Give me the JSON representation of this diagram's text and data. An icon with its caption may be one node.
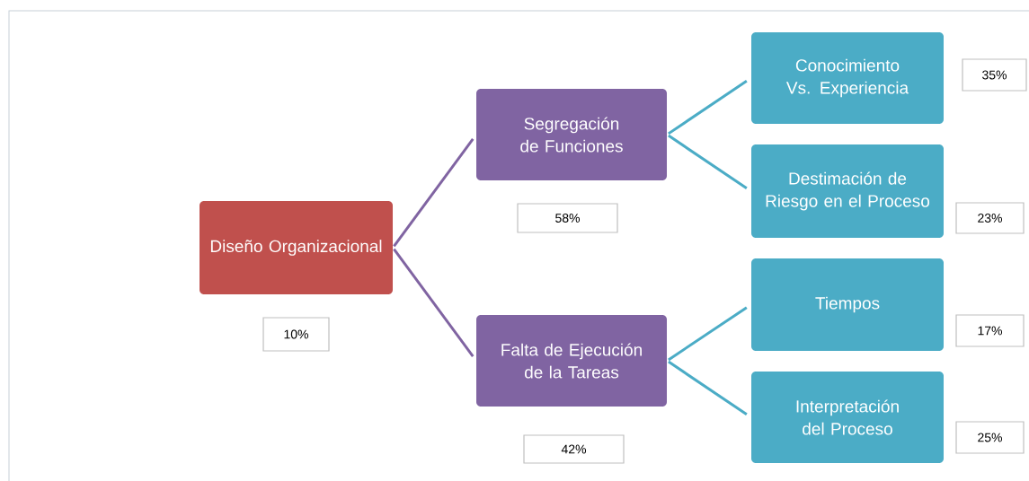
{
  "diagram": {
    "nodes": [
      {
        "text": [
          "Diseño Organizacional"
        ]
      },
      {
        "text": [
          "Segregación de Funciones"
        ]
      },
      {
        "text": [
          "Falta de Ejecución de la Tareas"
        ]
      },
      {
        "text": [
          "Conocimiento Vs. Experiencia"
        ]
      },
      {
        "text": [
          "Destimación de Riesgo en el Proceso"
        ]
      },
      {
        "text": [
          "Tiempos"
        ]
      },
      {
        "text": [
          "Interpretación del Proceso"
        ]
      },
      {
        "text": [
          "10%"
        ]
      },
      {
        "text": [
          "58%"
        ]
      },
      {
        "text": [
          "42%"
        ]
      },
      {
        "text": [
          "35%"
        ]
      },
      {
        "text": [
          "23%"
        ]
      },
      {
        "text": [
          "17%"
        ]
      },
      {
        "text": [
          "25%"
        ]
      }
    ],
    "edges": [
      {
        "from": 0,
        "to": 1,
        "arrow": "none",
        "color": "#8064a2"
      },
      {
        "from": 0,
        "to": 2,
        "arrow": "none",
        "color": "#8064a2"
      },
      {
        "from": 1,
        "to": 3,
        "arrow": "none"
      },
      {
        "from": 1,
        "to": 4,
        "arrow": "none"
      },
      {
        "from": 2,
        "to": 5,
        "arrow": "none"
      },
      {
        "from": 2,
        "to": 6,
        "arrow": "none"
      }
    ]
  }
}
